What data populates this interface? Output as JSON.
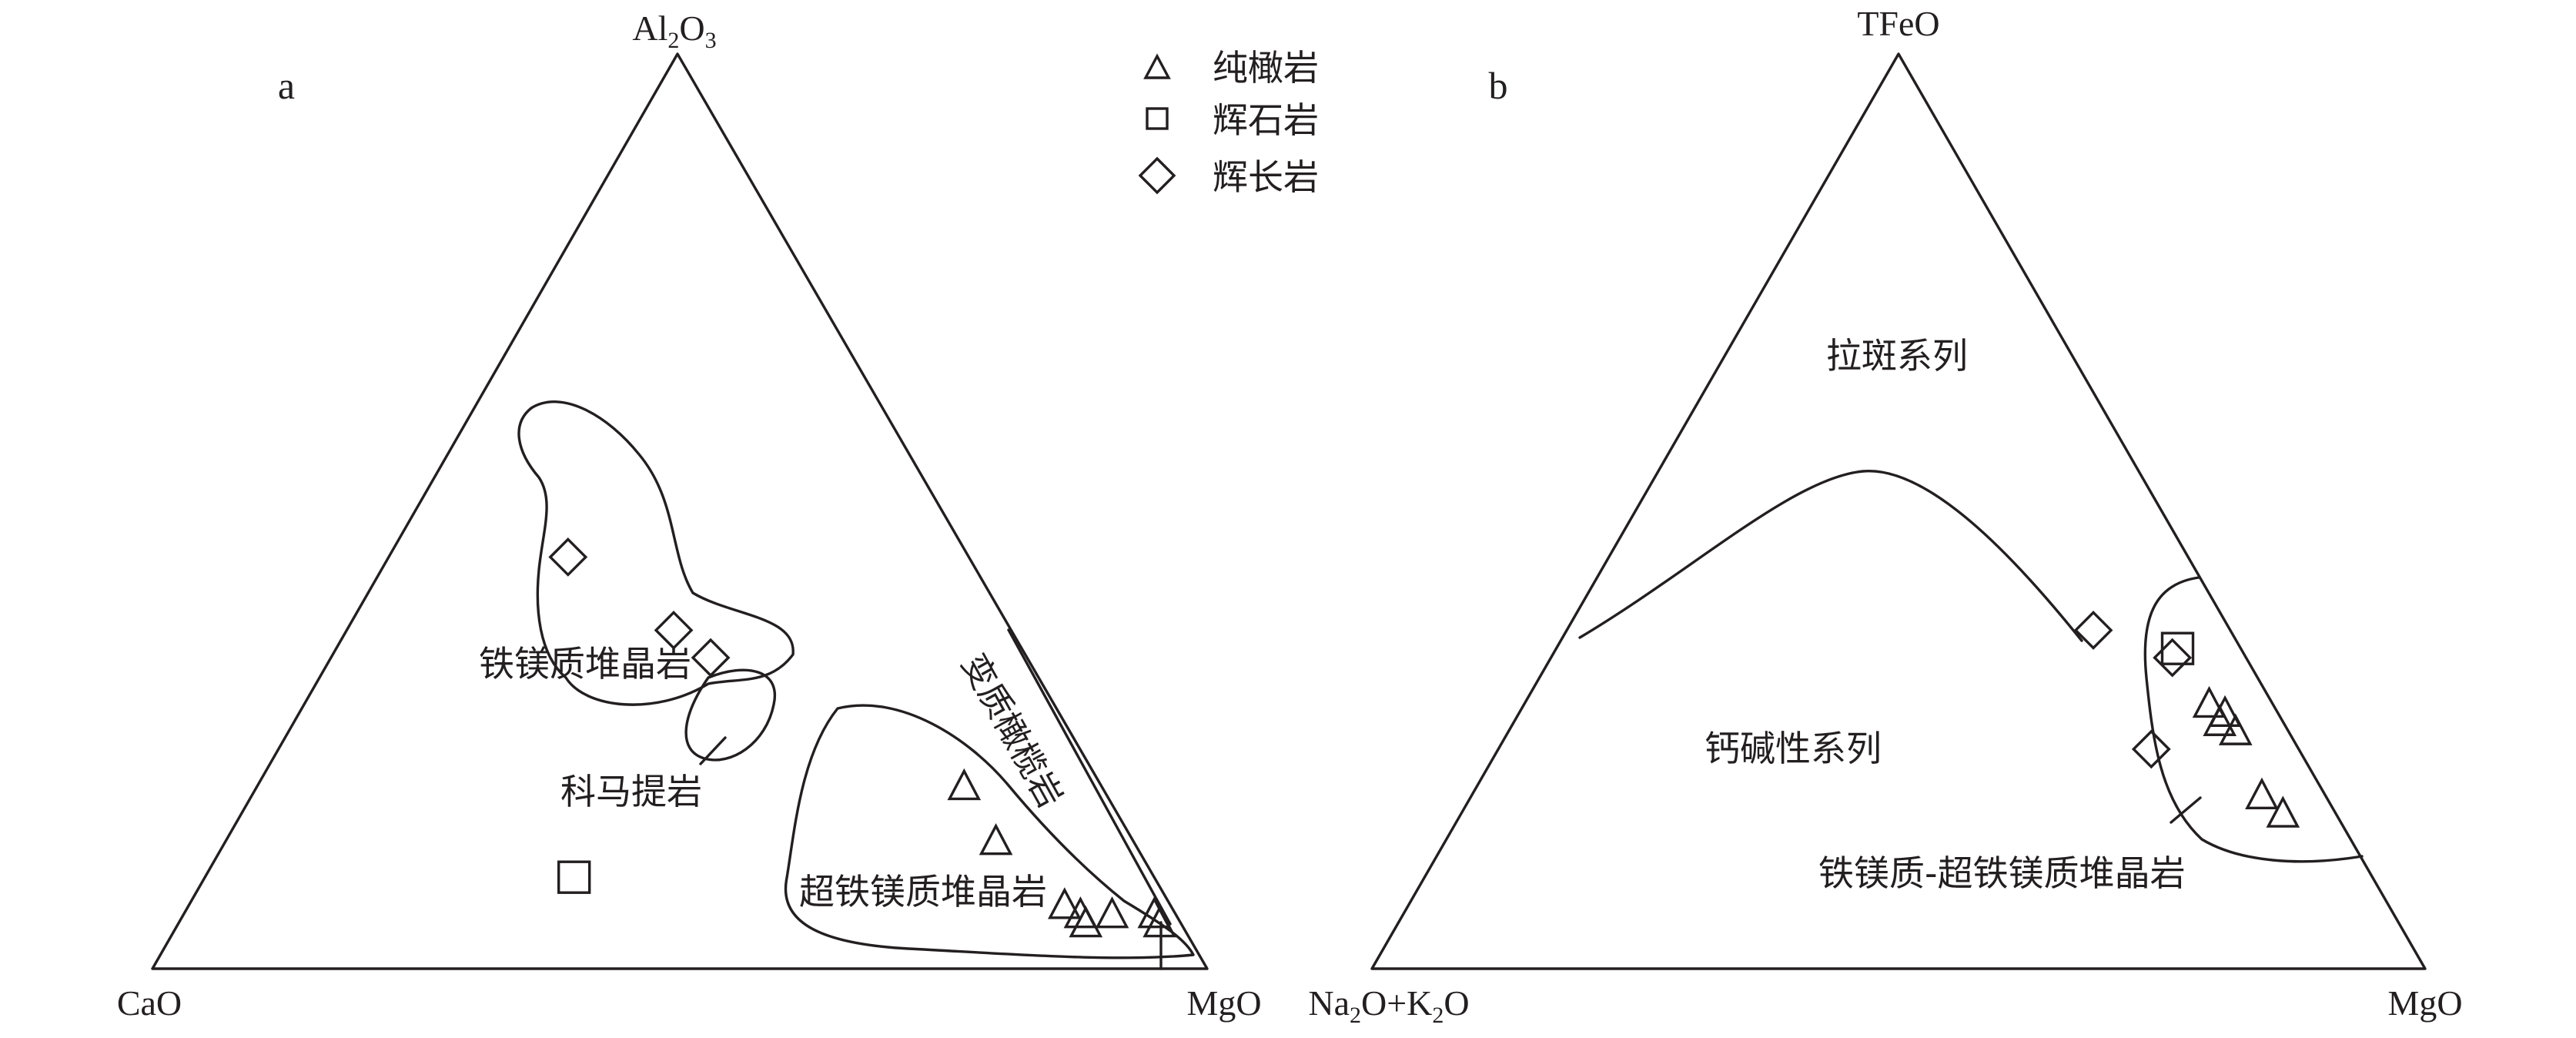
{
  "legend": [
    {
      "symbol": "triangle",
      "label": "纯橄岩"
    },
    {
      "symbol": "square",
      "label": "辉石岩"
    },
    {
      "symbol": "diamond",
      "label": "辉长岩"
    }
  ],
  "panel_a": {
    "letter": "a",
    "apex_top": {
      "main": "Al",
      "sub1": "2",
      "mid": "O",
      "sub2": "3"
    },
    "apex_left": "CaO",
    "apex_right": "MgO",
    "fields": {
      "mafic_cumulate": "铁镁质堆晶岩",
      "komatiite": "科马提岩",
      "ultramafic_cumulate": "超铁镁质堆晶岩",
      "metamorphic_peridotite": "变质橄榄岩"
    },
    "points": {
      "gabbro": [
        {
          "Al2O3": 45,
          "CaO": 38,
          "MgO": 17
        },
        {
          "Al2O3": 37,
          "CaO": 32,
          "MgO": 31
        },
        {
          "Al2O3": 34,
          "CaO": 30,
          "MgO": 36
        }
      ],
      "pyroxenite": [
        {
          "Al2O3": 10,
          "CaO": 55,
          "MgO": 35
        }
      ],
      "dunite": [
        {
          "Al2O3": 20,
          "CaO": 13,
          "MgO": 67
        },
        {
          "Al2O3": 14,
          "CaO": 13,
          "MgO": 73
        },
        {
          "Al2O3": 7,
          "CaO": 10,
          "MgO": 83
        },
        {
          "Al2O3": 6,
          "CaO": 9,
          "MgO": 85
        },
        {
          "Al2O3": 5,
          "CaO": 9,
          "MgO": 86
        },
        {
          "Al2O3": 6,
          "CaO": 6,
          "MgO": 88
        },
        {
          "Al2O3": 6,
          "CaO": 2,
          "MgO": 92
        },
        {
          "Al2O3": 5,
          "CaO": 2,
          "MgO": 93
        }
      ]
    }
  },
  "panel_b": {
    "letter": "b",
    "apex_top": "TFeO",
    "apex_left": {
      "main": "Na",
      "sub1": "2",
      "mid": "O+K",
      "sub2": "2",
      "end": "O"
    },
    "apex_right": "MgO",
    "fields": {
      "tholeiitic": "拉斑系列",
      "calc_alkaline": "钙碱性系列",
      "cumulate": "铁镁质-超铁镁质堆晶岩"
    },
    "points": {
      "gabbro": [
        {
          "TFeO": 37,
          "Na2O_K2O": 13,
          "MgO": 50
        },
        {
          "TFeO": 34,
          "Na2O_K2O": 7,
          "MgO": 59
        },
        {
          "TFeO": 24,
          "Na2O_K2O": 14,
          "MgO": 62
        }
      ],
      "pyroxenite": [
        {
          "TFeO": 35,
          "Na2O_K2O": 6,
          "MgO": 59
        }
      ],
      "dunite": [
        {
          "TFeO": 29,
          "Na2O_K2O": 6,
          "MgO": 65
        },
        {
          "TFeO": 28,
          "Na2O_K2O": 5,
          "MgO": 67
        },
        {
          "TFeO": 27,
          "Na2O_K2O": 6,
          "MgO": 67
        },
        {
          "TFeO": 26,
          "Na2O_K2O": 5,
          "MgO": 69
        },
        {
          "TFeO": 19,
          "Na2O_K2O": 6,
          "MgO": 75
        },
        {
          "TFeO": 17,
          "Na2O_K2O": 5,
          "MgO": 78
        }
      ]
    }
  }
}
